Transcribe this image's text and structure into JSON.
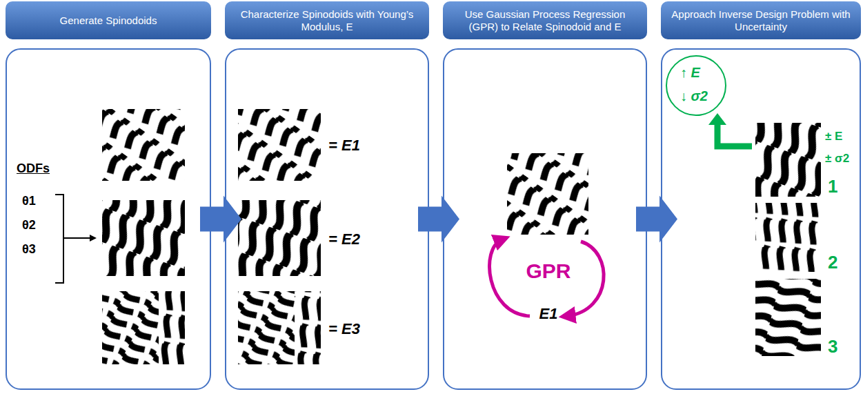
{
  "diagram": {
    "nodes": [
      {
        "text": [
          "Generate Spinodoids"
        ]
      },
      {
        "text": [
          "ODFs",
          "θ1",
          "θ2",
          "θ3"
        ]
      },
      {
        "text": [
          "Characterize Spinodoids with Young’s Modulus, E"
        ]
      },
      {
        "text": [
          "= E1",
          "= E2",
          "= E3"
        ]
      },
      {
        "text": [
          "Use Gaussian Process Regression (GPR) to Relate Spinodoid and E"
        ]
      },
      {
        "text": [
          "GPR",
          "E1"
        ]
      },
      {
        "text": [
          "Approach Inverse Design Problem with Uncertainty"
        ]
      },
      {
        "text": [
          "± E",
          "± σ2",
          "1",
          "2",
          "3"
        ]
      },
      {
        "text": [
          "↑ E",
          "↓ σ2"
        ],
        "in": 7
      }
    ],
    "edges": [
      {
        "from": 1,
        "to": 3,
        "arrow": "to"
      },
      {
        "from": 3,
        "to": 5,
        "arrow": "to"
      },
      {
        "from": 5,
        "to": 7,
        "arrow": "to"
      }
    ]
  }
}
